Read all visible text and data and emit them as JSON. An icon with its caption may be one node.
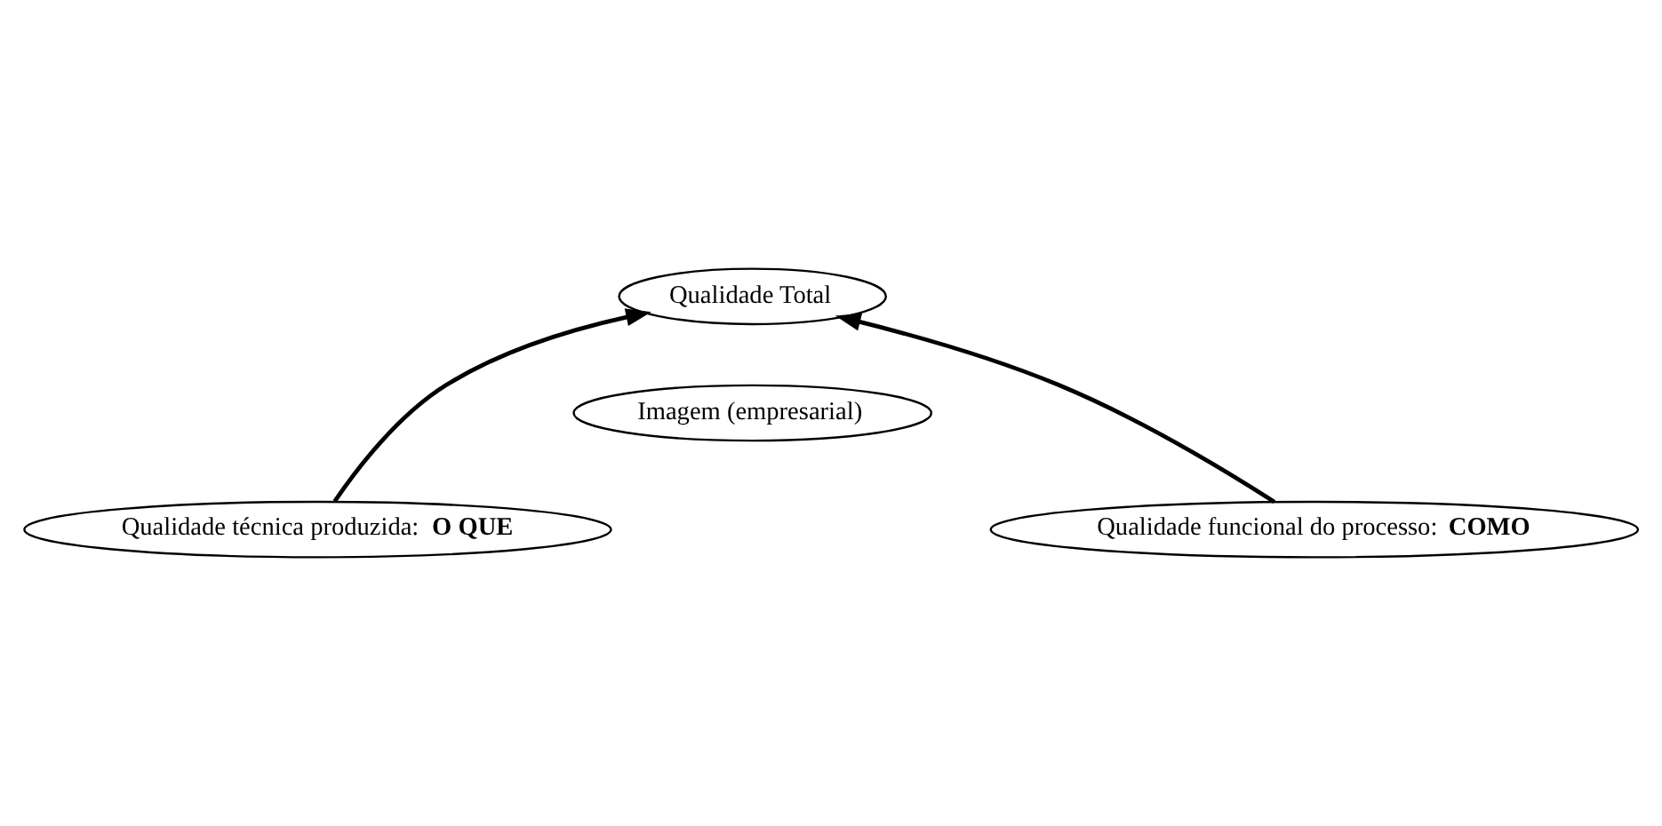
{
  "diagram": {
    "nodes": [
      {
        "text": [
          "Qualidade Total"
        ]
      },
      {
        "text": [
          "Imagem (empresarial)"
        ]
      },
      {
        "text": [
          "Qualidade técnica produzida: **O QUE**"
        ]
      },
      {
        "text": [
          "Qualidade funcional do processo: **COMO**"
        ]
      }
    ],
    "edges": [
      {
        "from": 2,
        "to": 0,
        "arrow": "to"
      },
      {
        "from": 3,
        "to": 0,
        "arrow": "to"
      }
    ]
  }
}
